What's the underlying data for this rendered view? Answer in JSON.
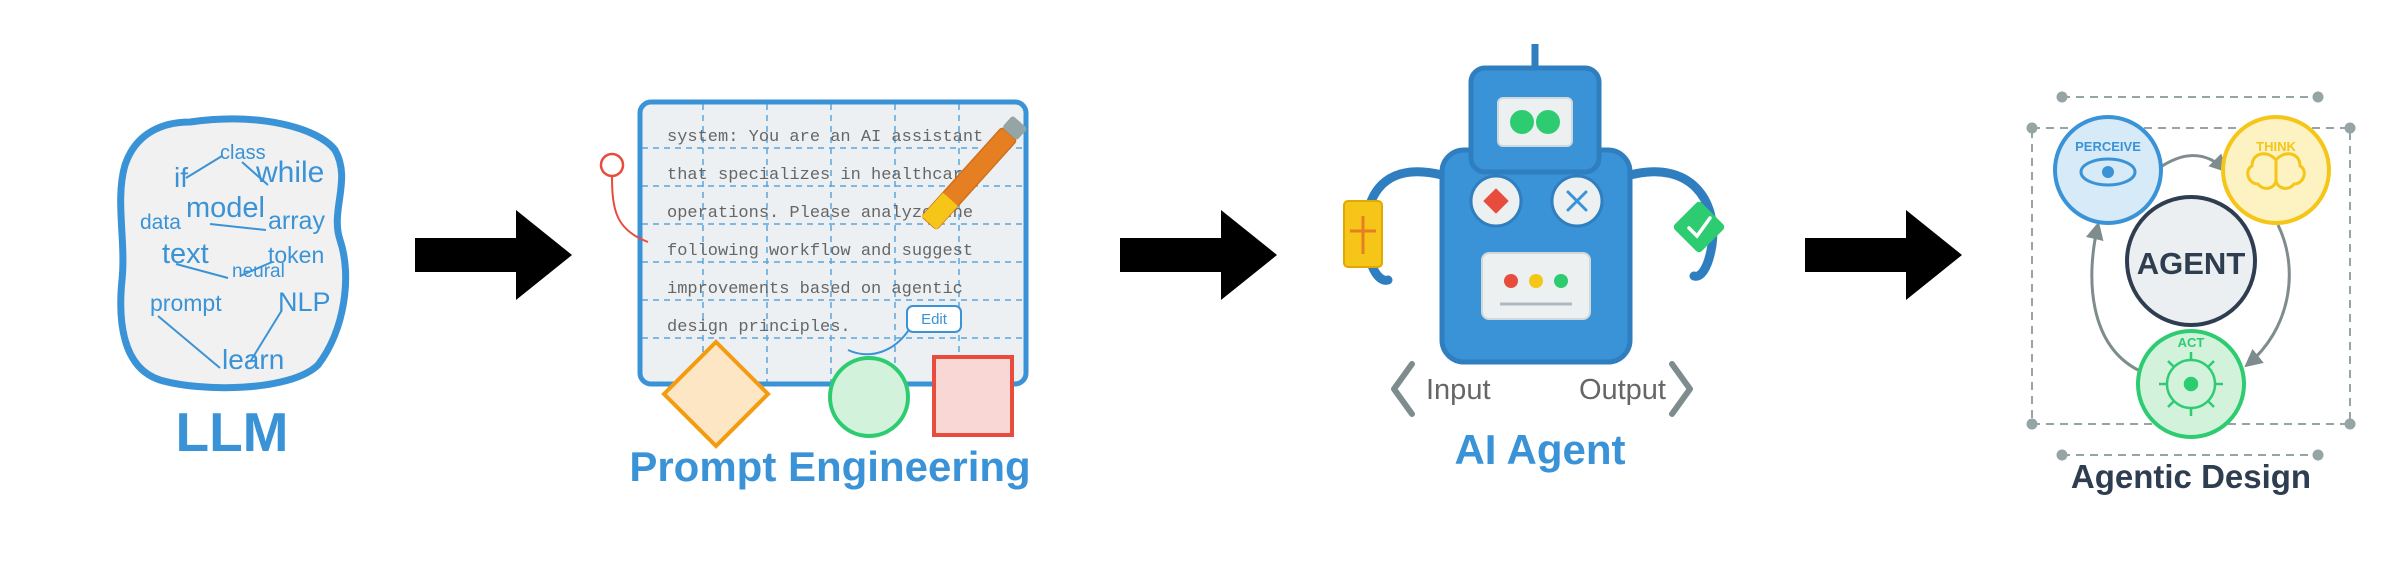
{
  "stages": [
    {
      "title": "LLM"
    },
    {
      "title": "Prompt Engineering"
    },
    {
      "title": "AI Agent"
    },
    {
      "title": "Agentic Design"
    }
  ],
  "llm_words": [
    "if",
    "class",
    "while",
    "data",
    "model",
    "array",
    "text",
    "token",
    "neural",
    "prompt",
    "NLP",
    "learn"
  ],
  "prompt_lines": [
    "system: You are an AI assistant",
    "that specializes in healthcare",
    "operations. Please analyze the",
    "following workflow and suggest",
    "improvements based on agentic",
    "design principles."
  ],
  "edit_label": "Edit",
  "io": {
    "input": "Input",
    "output": "Output"
  },
  "agentic": {
    "center": "AGENT",
    "perceive": "PERCEIVE",
    "think": "THINK",
    "act": "ACT"
  },
  "colors": {
    "blue": "#3a93d6",
    "dark_slate": "#2e3e50",
    "green": "#2ecc71",
    "yellow": "#f5c518",
    "orange": "#f39c12",
    "red": "#e74c3c",
    "arrow": "#000000"
  }
}
